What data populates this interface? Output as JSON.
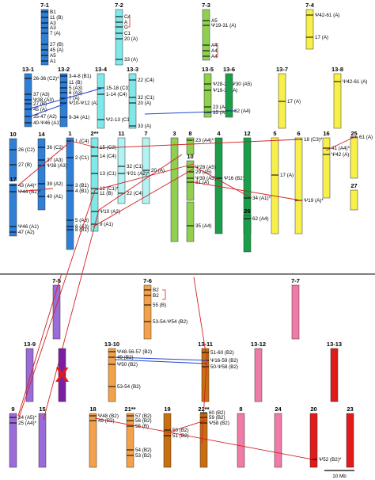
{
  "palette": {
    "blue": "#2f7fd6",
    "cyan": "#7fe8e8",
    "lightcyan": "#b2f2f2",
    "green": "#8fd14f",
    "darkgreen": "#1a9e4a",
    "yellow": "#f7f04a",
    "purple": "#9b6bd9",
    "violet": "#7b1fa2",
    "orange": "#f3a24a",
    "brown": "#c86d10",
    "pink": "#f07aa8",
    "red": "#e01b1b",
    "line_red": "#d42020",
    "line_blue": "#2244cc"
  },
  "scale_bar": {
    "label": "10 Mb"
  },
  "deleted_mark": "X",
  "chromosomes": [
    {
      "name": "7-1",
      "color": "#2f7fd6",
      "labels": [
        "B1",
        "11 (B)",
        "A3",
        "A3",
        "7 (A)",
        "27 (B)",
        "45 (A)",
        "A5",
        "A1"
      ]
    },
    {
      "name": "7-2",
      "color": "#7fe8e8",
      "labels": [
        "C4",
        "A",
        "C",
        "C1",
        "20 (A)",
        "33 (A)"
      ]
    },
    {
      "name": "7-3",
      "color": "#8fd14f",
      "labels": [
        "A5",
        "Ψ19-31 (A)",
        "A4",
        "A4",
        "A4"
      ]
    },
    {
      "name": "7-4",
      "color": "#f7f04a",
      "labels": [
        "Ψ42-61 (A)",
        "17 (A)"
      ]
    },
    {
      "name": "13-1",
      "color": "#2f7fd6",
      "labels": [
        "26-36 (C2)*",
        "37 (A3)",
        "Ψ38 (A3)",
        "27 (B)",
        "45 (A)",
        "35-47 (A2)",
        "40-Ψ46 (A1)"
      ]
    },
    {
      "name": "13-2",
      "color": "#2f7fd6",
      "labels": [
        "3-4-8 (B1)",
        "11 (B)",
        "5 (A3)",
        "6 (A3)",
        "7 (A)",
        "Ψ10-Ψ12 (A2)",
        "9-34 (A1)"
      ]
    },
    {
      "name": "13-4",
      "color": "#7fe8e8",
      "labels": [
        "15-18 (C3)",
        "1-14 (C4)",
        "Ψ2-13 (C1)"
      ]
    },
    {
      "name": "13-3",
      "color": "#7fe8e8",
      "labels": [
        "22 (C4)",
        "32 (C1)",
        "20 (A)",
        "33 (A)"
      ]
    },
    {
      "name": "13-5",
      "color": "#8fd14f",
      "labels": [
        "Ψ28-29-Ψ30 (A5)",
        "Ψ19-31 (A)",
        "23 (A4)",
        "35 (A4)"
      ]
    },
    {
      "name": "13-6",
      "color": "#1a9e4a",
      "labels": [
        "62 (A4)"
      ]
    },
    {
      "name": "13-7",
      "color": "#f7f04a",
      "labels": [
        "17 (A)"
      ]
    },
    {
      "name": "13-8",
      "color": "#f7f04a",
      "labels": [
        "Ψ42-61 (A)"
      ]
    },
    {
      "name": "10",
      "color": "#2f7fd6",
      "labels": [
        "26 (C2)",
        "27 (B)"
      ]
    },
    {
      "name": "14",
      "color": "#2f7fd6",
      "labels": [
        "36 (C2)",
        "37 (A3)",
        "Ψ38 (A3)",
        "39 (A2)",
        "40 (A1)"
      ]
    },
    {
      "name": "17",
      "color": "#2f7fd6",
      "labels": [
        "43 (A4)*",
        "Ψ44 (B2)*",
        "Ψ46 (A1)",
        "47 (A2)"
      ]
    },
    {
      "name": "1",
      "color": "#2f7fd6",
      "labels": [
        "1 (C4)",
        "2 (C1)",
        "3 (B1)",
        "4 (B1)",
        "5 (A3)",
        "6 (A3)",
        "8 (B1)"
      ]
    },
    {
      "name": "2**",
      "color": "#7fe8e8",
      "labels": [
        "15 (C3)",
        "14 (C4)",
        "13 (C1)",
        "12 (C1)*",
        "11 (B)",
        "Ψ10 (A2)",
        "9 (A1)"
      ]
    },
    {
      "name": "11",
      "color": "#b2f2f2",
      "labels": [
        "32 (C1)",
        "Ψ21 (A2)*",
        "22 (C4)"
      ]
    },
    {
      "name": "7",
      "color": "#b2f2f2",
      "labels": [
        "20 (A)"
      ]
    },
    {
      "name": "3",
      "color": "#8fd14f",
      "labels": []
    },
    {
      "name": "8",
      "color": "#8fd14f",
      "labels": [
        "23 (A4)*"
      ]
    },
    {
      "name": "10b",
      "display": "10",
      "color": "#8fd14f",
      "labels": [
        "Ψ28 (A5)",
        "29 (A5)",
        "Ψ30 (A5)",
        "31 (A)"
      ]
    },
    {
      "name": "13",
      "color": "#8fd14f",
      "labels": [
        "35 (A4)"
      ]
    },
    {
      "name": "4",
      "color": "#1a9e4a",
      "labels": [
        "Ψ16 (B2)*"
      ]
    },
    {
      "name": "12",
      "color": "#1a9e4a",
      "labels": [
        "34 (A1)*"
      ]
    },
    {
      "name": "26",
      "color": "#1a9e4a",
      "labels": [
        "62 (A4)"
      ]
    },
    {
      "name": "5",
      "color": "#f7f04a",
      "labels": [
        "17 (A)"
      ]
    },
    {
      "name": "6",
      "color": "#f7f04a",
      "labels": [
        "18 (C3)*",
        "Ψ19 (A)*"
      ]
    },
    {
      "name": "16",
      "color": "#f7f04a",
      "labels": [
        "41 (A4)*",
        "Ψ42 (A)"
      ]
    },
    {
      "name": "25",
      "color": "#f7f04a",
      "labels": [
        "61 (A)"
      ]
    },
    {
      "name": "27",
      "color": "#f7f04a",
      "labels": []
    },
    {
      "name": "7-5",
      "color": "#9b6bd9",
      "labels": []
    },
    {
      "name": "7-6",
      "color": "#f3a24a",
      "labels": [
        "B2",
        "B2",
        "55 (B)",
        "53-54-Ψ54 (B2)"
      ]
    },
    {
      "name": "7-7",
      "color": "#f07aa8",
      "labels": []
    },
    {
      "name": "13-9",
      "color": "#9b6bd9",
      "labels": []
    },
    {
      "name": "13-10",
      "color": "#f3a24a",
      "labels": [
        "Ψ48-56-57 (B2)",
        "49 (B2)",
        "Ψ50 (B2)",
        "53-54 (B2)"
      ]
    },
    {
      "name": "13-11",
      "color": "#c86d10",
      "labels": [
        "51-60 (B2)",
        "Ψ16-59 (B2)",
        "50-Ψ58 (B2)"
      ]
    },
    {
      "name": "13-12",
      "color": "#f07aa8",
      "labels": []
    },
    {
      "name": "13-13",
      "color": "#e01b1b",
      "labels": []
    },
    {
      "name": "9",
      "color": "#9b6bd9",
      "labels": [
        "24 (A5)*",
        "25 (A4)*"
      ]
    },
    {
      "name": "15",
      "color": "#9b6bd9",
      "labels": []
    },
    {
      "name": "18",
      "color": "#f3a24a",
      "labels": [
        "Ψ48 (B2)",
        "49 (B2)"
      ]
    },
    {
      "name": "21**",
      "color": "#f3a24a",
      "labels": [
        "57 (B2)",
        "56 (B2)",
        "55 (B)",
        "54 (B2)",
        "53 (B2)"
      ]
    },
    {
      "name": "19",
      "color": "#c86d10",
      "labels": [
        "50 (B2)",
        "51 (B2)"
      ]
    },
    {
      "name": "22**",
      "color": "#c86d10",
      "labels": [
        "60 (B2)",
        "59 (B2)",
        "Ψ58 (B2)"
      ]
    },
    {
      "name": "8b",
      "display": "8",
      "color": "#f07aa8",
      "labels": []
    },
    {
      "name": "24",
      "color": "#f07aa8",
      "labels": []
    },
    {
      "name": "20",
      "color": "#e01b1b",
      "labels": [
        "Ψ52 (B2)*"
      ]
    },
    {
      "name": "23",
      "color": "#e01b1b",
      "labels": []
    }
  ]
}
